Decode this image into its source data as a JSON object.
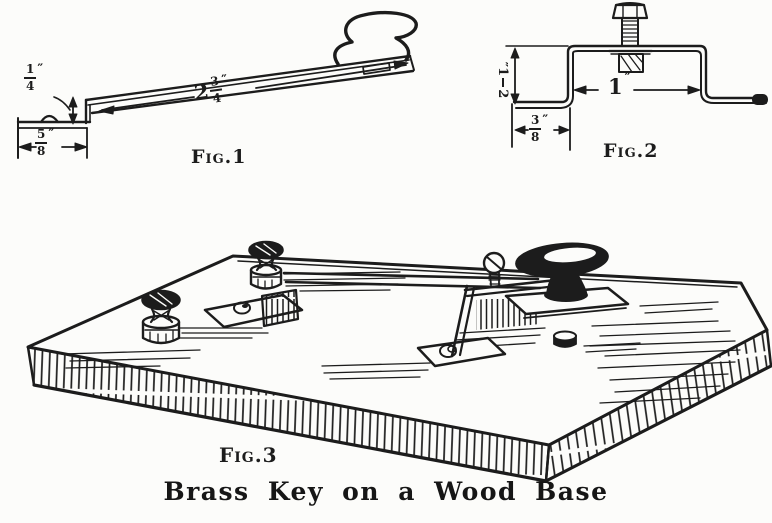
{
  "page": {
    "caption": "Brass Key on a Wood Base",
    "ink_color": "#1c1c1c",
    "paper_color": "#fcfcfa"
  },
  "fig1": {
    "label": "Fig.1",
    "description": "key-lever-side-view",
    "dims": {
      "length": {
        "whole": "2",
        "num": "3",
        "den": "4",
        "unit": "″"
      },
      "offset": {
        "num": "1",
        "den": "4",
        "unit": "″"
      },
      "foot": {
        "num": "5",
        "den": "8",
        "unit": "″"
      }
    }
  },
  "fig2": {
    "label": "Fig.2",
    "description": "frame-bracket-side-view",
    "dims": {
      "height": {
        "num": "1",
        "den": "2",
        "unit": "″"
      },
      "span": {
        "whole": "1",
        "unit": "″"
      },
      "foot": {
        "num": "3",
        "den": "8",
        "unit": "″"
      }
    }
  },
  "fig3": {
    "label": "Fig.3",
    "description": "assembled-key-perspective-view"
  }
}
